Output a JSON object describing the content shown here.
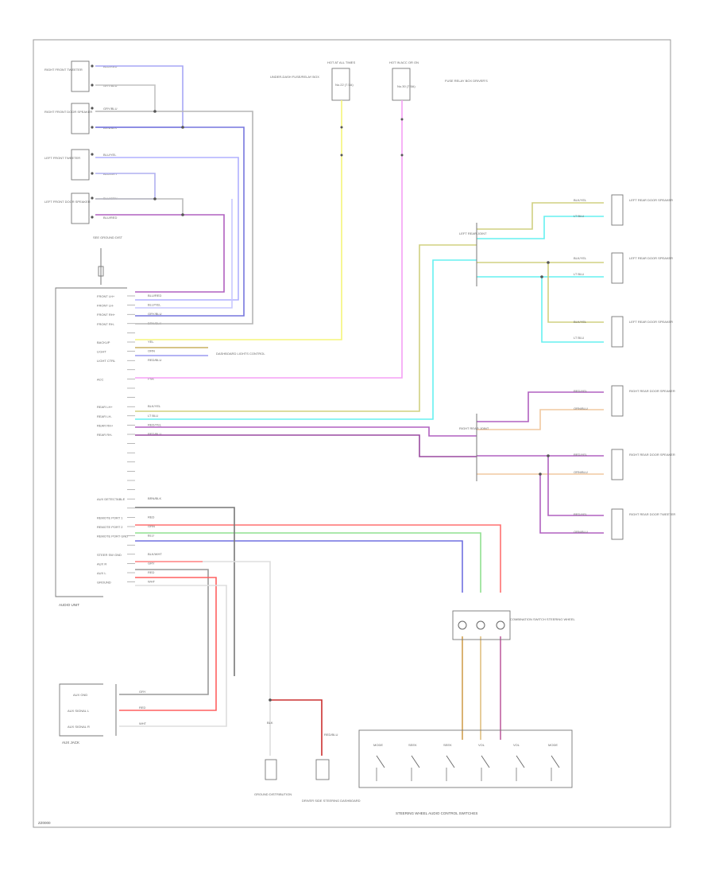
{
  "diagram": {
    "footer_code": "ZZ0000",
    "left_speakers": [
      {
        "label": "RIGHT FRONT TWEETER",
        "pins": [
          "BLU/RED",
          "GRY/BLU"
        ]
      },
      {
        "label": "RIGHT FRONT DOOR SPEAKER",
        "pins": [
          "GRY/BLU",
          "BRN/BLK"
        ]
      },
      {
        "label": "LEFT FRONT TWEETER",
        "pins": [
          "BLU/YEL",
          "BLU/GRY"
        ]
      },
      {
        "label": "LEFT FRONT DOOR SPEAKER",
        "pins": [
          "BLU/GRY",
          "BLU/RED"
        ]
      }
    ],
    "fuse_left": {
      "label": "SEE GROUND DIST"
    },
    "fuse_a": {
      "header": "HOT AT ALL TIMES",
      "name": "UNDER-DASH FUSE/RELAY BOX",
      "sub": "No.22 (7.5A)"
    },
    "fuse_b": {
      "header": "HOT IN ACC OR ON",
      "name": "FUSE RELAY BOX DRIVER'S",
      "sub": "No.30 (7.5A)"
    },
    "audio_unit": {
      "label": "AUDIO UNIT",
      "pins": [
        "FRONT LH+",
        "FRONT LH-",
        "FRONT RH+",
        "FRONT RH-",
        "",
        "BACKUP",
        "LIGHT",
        "LIGHT CTRL",
        "",
        "ACC",
        "",
        "",
        "REAR LH+",
        "REAR LH-",
        "REAR RH+",
        "REAR RH-",
        "",
        "",
        "",
        "",
        "",
        "",
        "AUX DETECTABLE",
        "",
        "REMOTE PORT 1",
        "REMOTE PORT 2",
        "REMOTE PORT GND",
        "",
        "STEER SW GND",
        "AUX R",
        "AUX L",
        "GROUND"
      ],
      "wire_labels": [
        "BLU/RED",
        "BLU/YEL",
        "GRY/BLU",
        "BRN/BLK",
        "",
        "YEL",
        "ORN",
        "RED/BLU",
        "",
        "PNK",
        "",
        "",
        "BLK/YEL",
        "LT BLU",
        "RED/YEL",
        "RED/BLU",
        "",
        "",
        "",
        "",
        "",
        "",
        "BRN/BLK",
        "",
        "RED",
        "GRN",
        "BLU",
        "",
        "BLK/WHT",
        "GRY",
        "RED",
        "WHT"
      ]
    },
    "dash_lights": {
      "label": "DASHBOARD LIGHTS CONTROL"
    },
    "left_rear": {
      "junction": "LEFT REAR JOINT",
      "speakers": [
        {
          "label": "LEFT REAR DOOR SPEAKER",
          "pins": [
            "BLK/YEL",
            "LT BLU"
          ]
        },
        {
          "label": "LEFT REAR DOOR SPEAKER",
          "pins": [
            "BLK/YEL",
            "LT BLU"
          ]
        },
        {
          "label": "LEFT REAR DOOR SPEAKER",
          "pins": [
            "BLK/YEL",
            "LT BLU"
          ]
        }
      ]
    },
    "right_rear": {
      "junction": "RIGHT REAR JOINT",
      "speakers": [
        {
          "label": "RIGHT REAR DOOR SPEAKER",
          "pins": [
            "RED/YEL",
            "ORN/BLU"
          ]
        },
        {
          "label": "RIGHT REAR DOOR SPEAKER",
          "pins": [
            "RED/YEL",
            "ORN/BLU"
          ]
        },
        {
          "label": "RIGHT REAR DOOR TWEETER",
          "pins": [
            "RED/YEL",
            "ORN/BLU"
          ]
        }
      ]
    },
    "aux_jack": {
      "label": "AUX JACK",
      "pins": [
        "AUX GND",
        "AUX SIGNAL L",
        "AUX SIGNAL R"
      ],
      "wire_labels": [
        "GRY",
        "RED",
        "WHT"
      ]
    },
    "combo_switch": {
      "label": "COMBINATION SWITCH STEERING WHEEL"
    },
    "ground_a": {
      "label": "GROUND DISTRIBUTION",
      "wire": "BLK"
    },
    "ground_b": {
      "label": "DRIVER SIDE STEERING DASHBOARD",
      "wire": "RED/BLU"
    },
    "steering_switches": {
      "label": "STEERING WHEEL AUDIO CONTROL SWITCHES",
      "buttons": [
        "MODE",
        "SEEK",
        "SEEK",
        "VOL",
        "VOL",
        "MODE"
      ]
    }
  }
}
